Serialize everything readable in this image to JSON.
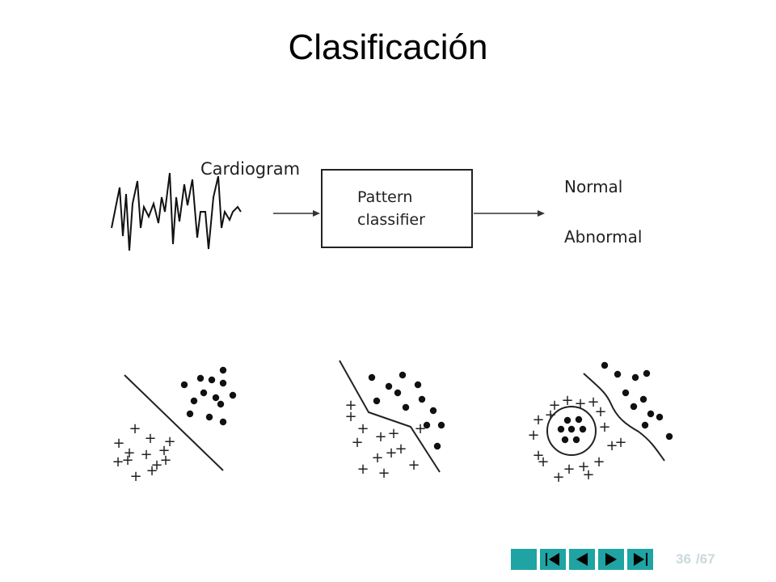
{
  "slide": {
    "title": "Clasificación"
  },
  "diagram": {
    "input_label": "Cardiogram",
    "box_label_line1": "Pattern",
    "box_label_line2": "classifier",
    "output_1": "Normal",
    "output_2": "Abnormal",
    "class_a_symbol": "+"
  },
  "nav": {
    "current_page": "36",
    "total_pages": "/67",
    "color": "#1fa3a3",
    "buttons": [
      "stop-icon",
      "first-page-icon",
      "previous-page-icon",
      "next-page-icon",
      "last-page-icon"
    ]
  }
}
